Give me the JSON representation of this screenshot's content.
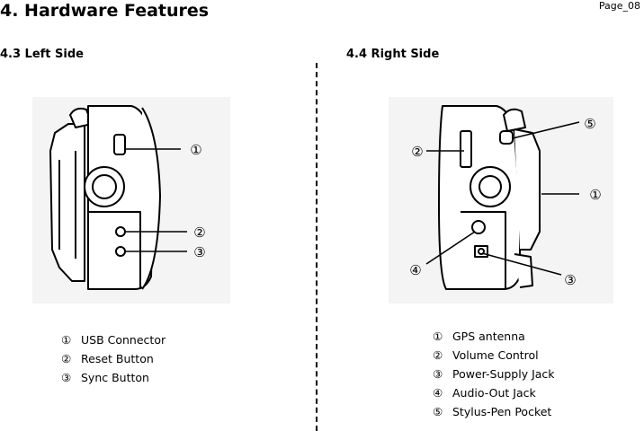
{
  "header": {
    "title": "4. Hardware Features",
    "page": "Page_08"
  },
  "left": {
    "title": "4.3 Left Side",
    "callouts": [
      "①",
      "②",
      "③"
    ],
    "items": [
      {
        "num": "①",
        "label": "USB Connector"
      },
      {
        "num": "②",
        "label": "Reset Button"
      },
      {
        "num": "③",
        "label": "Sync Button"
      }
    ]
  },
  "right": {
    "title": "4.4 Right Side",
    "callouts": [
      "⑤",
      "②",
      "①",
      "④",
      "③"
    ],
    "items": [
      {
        "num": "①",
        "label": "GPS antenna"
      },
      {
        "num": "②",
        "label": "Volume Control"
      },
      {
        "num": "③",
        "label": "Power-Supply Jack"
      },
      {
        "num": "④",
        "label": "Audio-Out Jack"
      },
      {
        "num": "⑤",
        "label": "Stylus-Pen Pocket"
      }
    ]
  }
}
